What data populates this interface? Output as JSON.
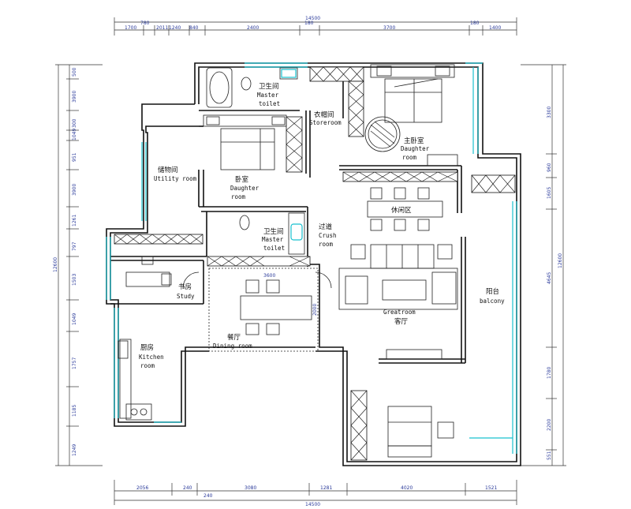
{
  "dimensions": {
    "top_total": "14500",
    "top": [
      "1700",
      "780",
      "2011",
      "1240",
      "840",
      "2400",
      "180",
      "3700",
      "180",
      "1400"
    ],
    "bottom_total": "14500",
    "bottom": [
      "2056",
      "240",
      "3080",
      "240",
      "1281",
      "4020",
      "1521"
    ],
    "left_total": "12600",
    "left": [
      "500",
      "3900",
      "300",
      "1049",
      "951",
      "3900",
      "1261",
      "797",
      "1503",
      "1049",
      "1757",
      "1185",
      "1249"
    ],
    "right_total": "12600",
    "right": [
      "3300",
      "960",
      "1605",
      "4645",
      "1780",
      "2200",
      "551"
    ],
    "inner": [
      "3600",
      "2000"
    ]
  },
  "rooms": {
    "master_toilet_top": {
      "cn": "卫生间",
      "en1": "Master",
      "en2": "toilet"
    },
    "storeroom": {
      "cn": "衣帽间",
      "en": "Storeroom"
    },
    "master_bedroom": {
      "cn": "主卧室",
      "en1": "Daughter",
      "en2": "room"
    },
    "utility": {
      "cn": "储物间",
      "en": "Utility room"
    },
    "daughter_room": {
      "cn": "卧室",
      "en1": "Daughter",
      "en2": "room"
    },
    "leisure": {
      "cn": "休闲区"
    },
    "master_toilet_mid": {
      "cn": "卫生间",
      "en1": "Master",
      "en2": "toilet"
    },
    "crush_room": {
      "cn": "过道",
      "en1": "Crush",
      "en2": "room"
    },
    "study": {
      "cn": "书房",
      "en": "Study"
    },
    "balcony": {
      "cn": "阳台",
      "en": "balcony"
    },
    "greatroom": {
      "en": "Greatroom",
      "cn": "客厅"
    },
    "kitchen": {
      "cn": "厨房",
      "en1": "Kitchen",
      "en2": "room"
    },
    "dining": {
      "cn": "餐厅",
      "en": "Dining  room"
    }
  }
}
